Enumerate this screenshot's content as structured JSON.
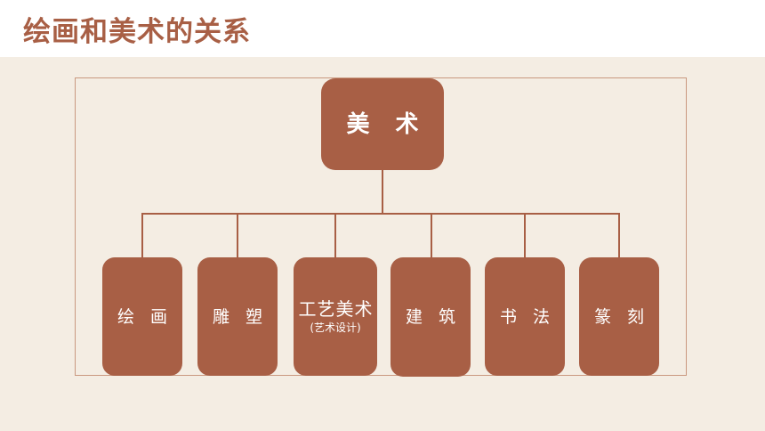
{
  "header": {
    "title": "绘画和美术的关系"
  },
  "diagram": {
    "root": {
      "label": "美 术"
    },
    "children": [
      {
        "label": "绘 画",
        "sub": ""
      },
      {
        "label": "雕 塑",
        "sub": ""
      },
      {
        "label": "工艺美术",
        "sub": "(艺术设计)"
      },
      {
        "label": "建 筑",
        "sub": ""
      },
      {
        "label": "书 法",
        "sub": ""
      },
      {
        "label": "篆 刻",
        "sub": ""
      }
    ]
  },
  "colors": {
    "title": "#a85f45",
    "box_fill": "#a85f45",
    "box_text": "#ffffff",
    "connector": "#a85f45",
    "frame": "#c9987f",
    "background": "#f4ede3"
  }
}
